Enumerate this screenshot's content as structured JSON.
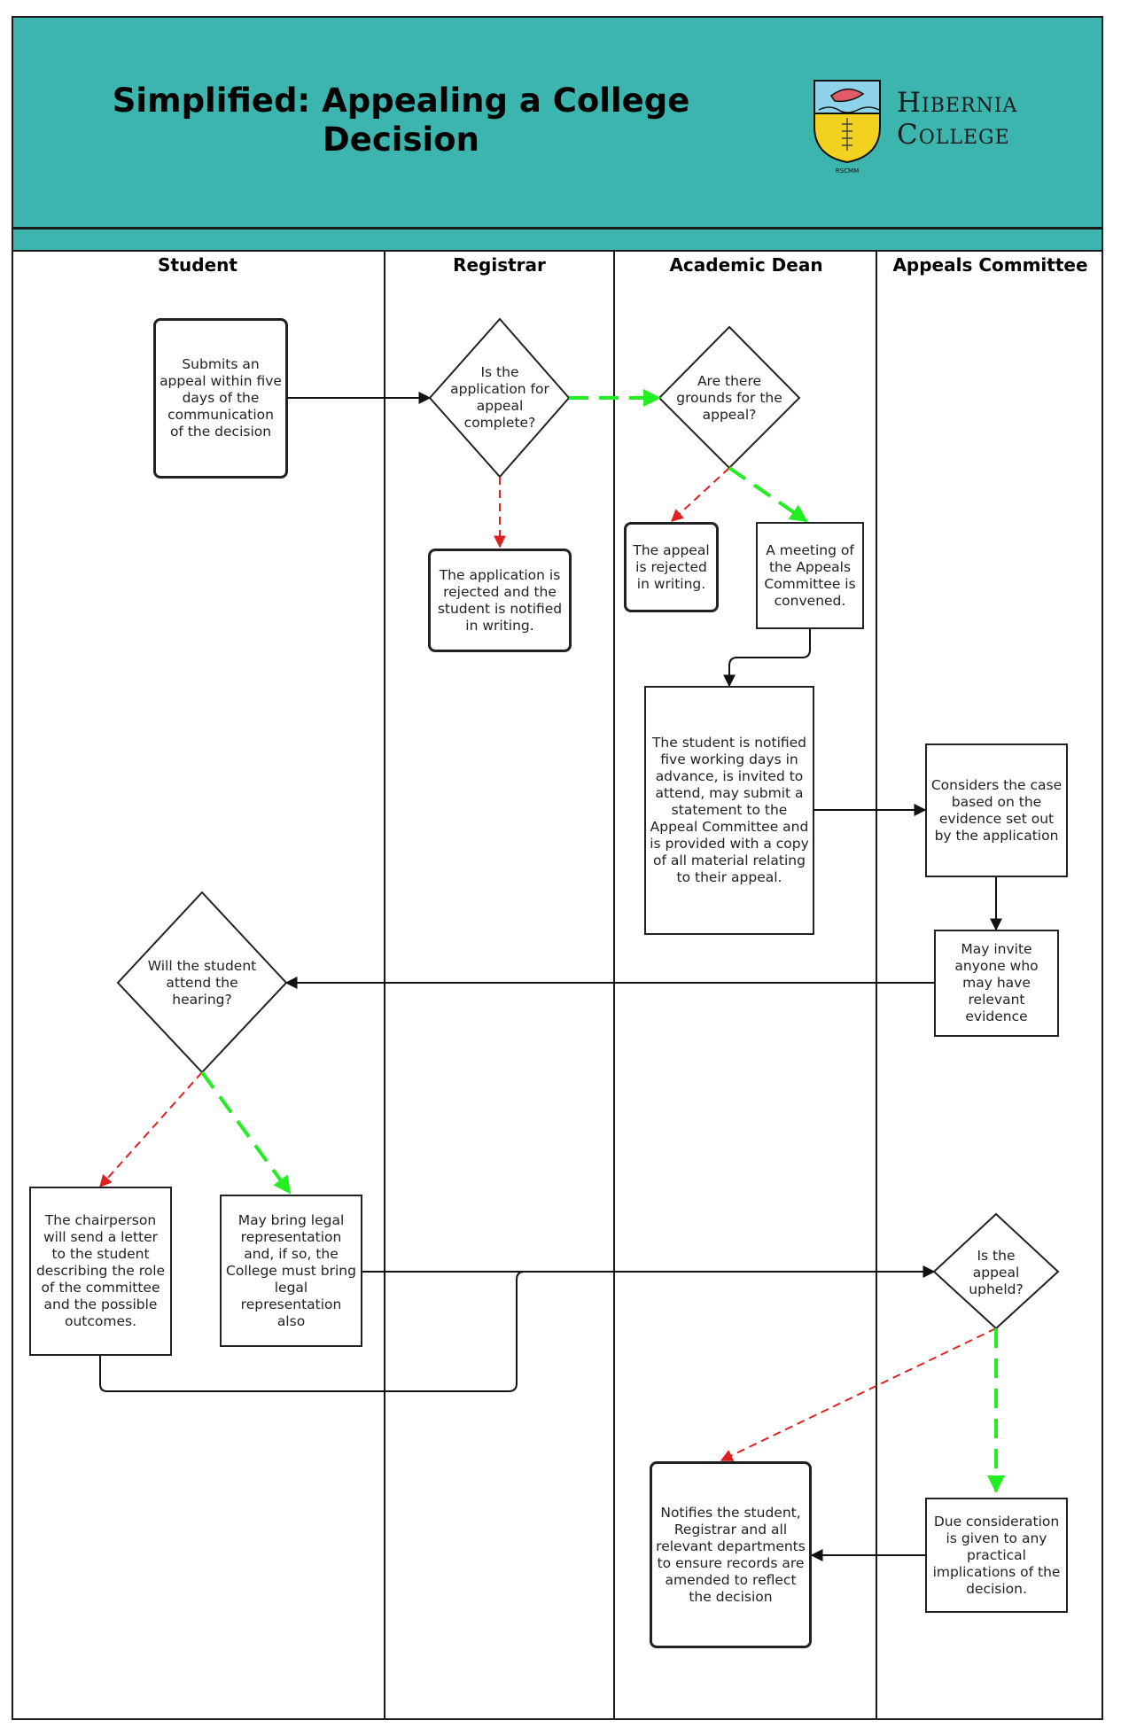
{
  "header": {
    "title": "Simplified: Appealing a College Decision",
    "college_line1": "Hibernia",
    "college_line2": "College",
    "logo_motto": "RSCMM"
  },
  "lanes": [
    "Student",
    "Registrar",
    "Academic Dean",
    "Appeals Committee"
  ],
  "nodes": {
    "submit_appeal": "Submits an appeal within five days of the communication of the decision",
    "application_complete": "Is the application for appeal complete?",
    "application_rejected": "The application is rejected and the student is notified in writing.",
    "grounds_for_appeal": "Are there grounds for the appeal?",
    "appeal_rejected": "The appeal is rejected in writing.",
    "committee_convened": "A meeting of the Appeals Committee is convened.",
    "student_notified": "The student is notified five working days in advance, is invited to attend, may submit a statement to the Appeal Committee and is provided with a copy of all material relating to their appeal.",
    "considers_case": "Considers the case based on the evidence set out by the application",
    "invite_evidence": "May invite anyone who may have relevant evidence",
    "attend_hearing": "Will the student attend the hearing?",
    "chairperson_letter": "The chairperson will send a letter to the student describing the role of the committee and the possible outcomes.",
    "legal_representation": "May bring legal representation and, if so, the College must bring legal representation also",
    "appeal_upheld": "Is the appeal upheld?",
    "notifies_departments": "Notifies the student, Registrar and all relevant departments to ensure records are amended to reflect the decision",
    "due_consideration": "Due consideration is given to any practical implications of the decision."
  },
  "colors": {
    "header": "#3bb5ae",
    "yes_path": "#22ee22",
    "no_path": "#e02020",
    "line": "#111111"
  }
}
